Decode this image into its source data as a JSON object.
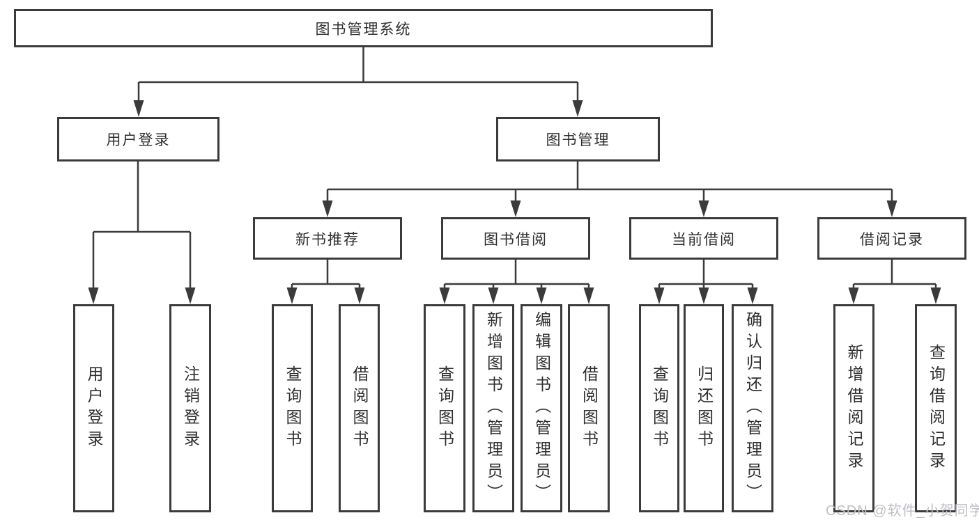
{
  "diagram": {
    "title": "图书管理系统",
    "colors": {
      "line": "#3b3b3b",
      "text": "#2f2f2f",
      "background": "#ffffff",
      "watermark": "#bdbfc4"
    },
    "tree": {
      "label": "图书管理系统",
      "children": [
        {
          "label": "用户登录",
          "children": [
            {
              "label": "用户登录"
            },
            {
              "label": "注销登录"
            }
          ]
        },
        {
          "label": "图书管理",
          "children": [
            {
              "label": "新书推荐",
              "children": [
                {
                  "label": "查询图书"
                },
                {
                  "label": "借阅图书"
                }
              ]
            },
            {
              "label": "图书借阅",
              "children": [
                {
                  "label": "查询图书"
                },
                {
                  "label": "新增图书（管理员）"
                },
                {
                  "label": "编辑图书（管理员）"
                },
                {
                  "label": "借阅图书"
                }
              ]
            },
            {
              "label": "当前借阅",
              "children": [
                {
                  "label": "查询图书"
                },
                {
                  "label": "归还图书"
                },
                {
                  "label": "确认归还（管理员）"
                }
              ]
            },
            {
              "label": "借阅记录",
              "children": [
                {
                  "label": "新增借阅记录"
                },
                {
                  "label": "查询借阅记录"
                }
              ]
            }
          ]
        }
      ]
    },
    "watermark": {
      "text": "CSDN @软件_小贺同学"
    }
  }
}
